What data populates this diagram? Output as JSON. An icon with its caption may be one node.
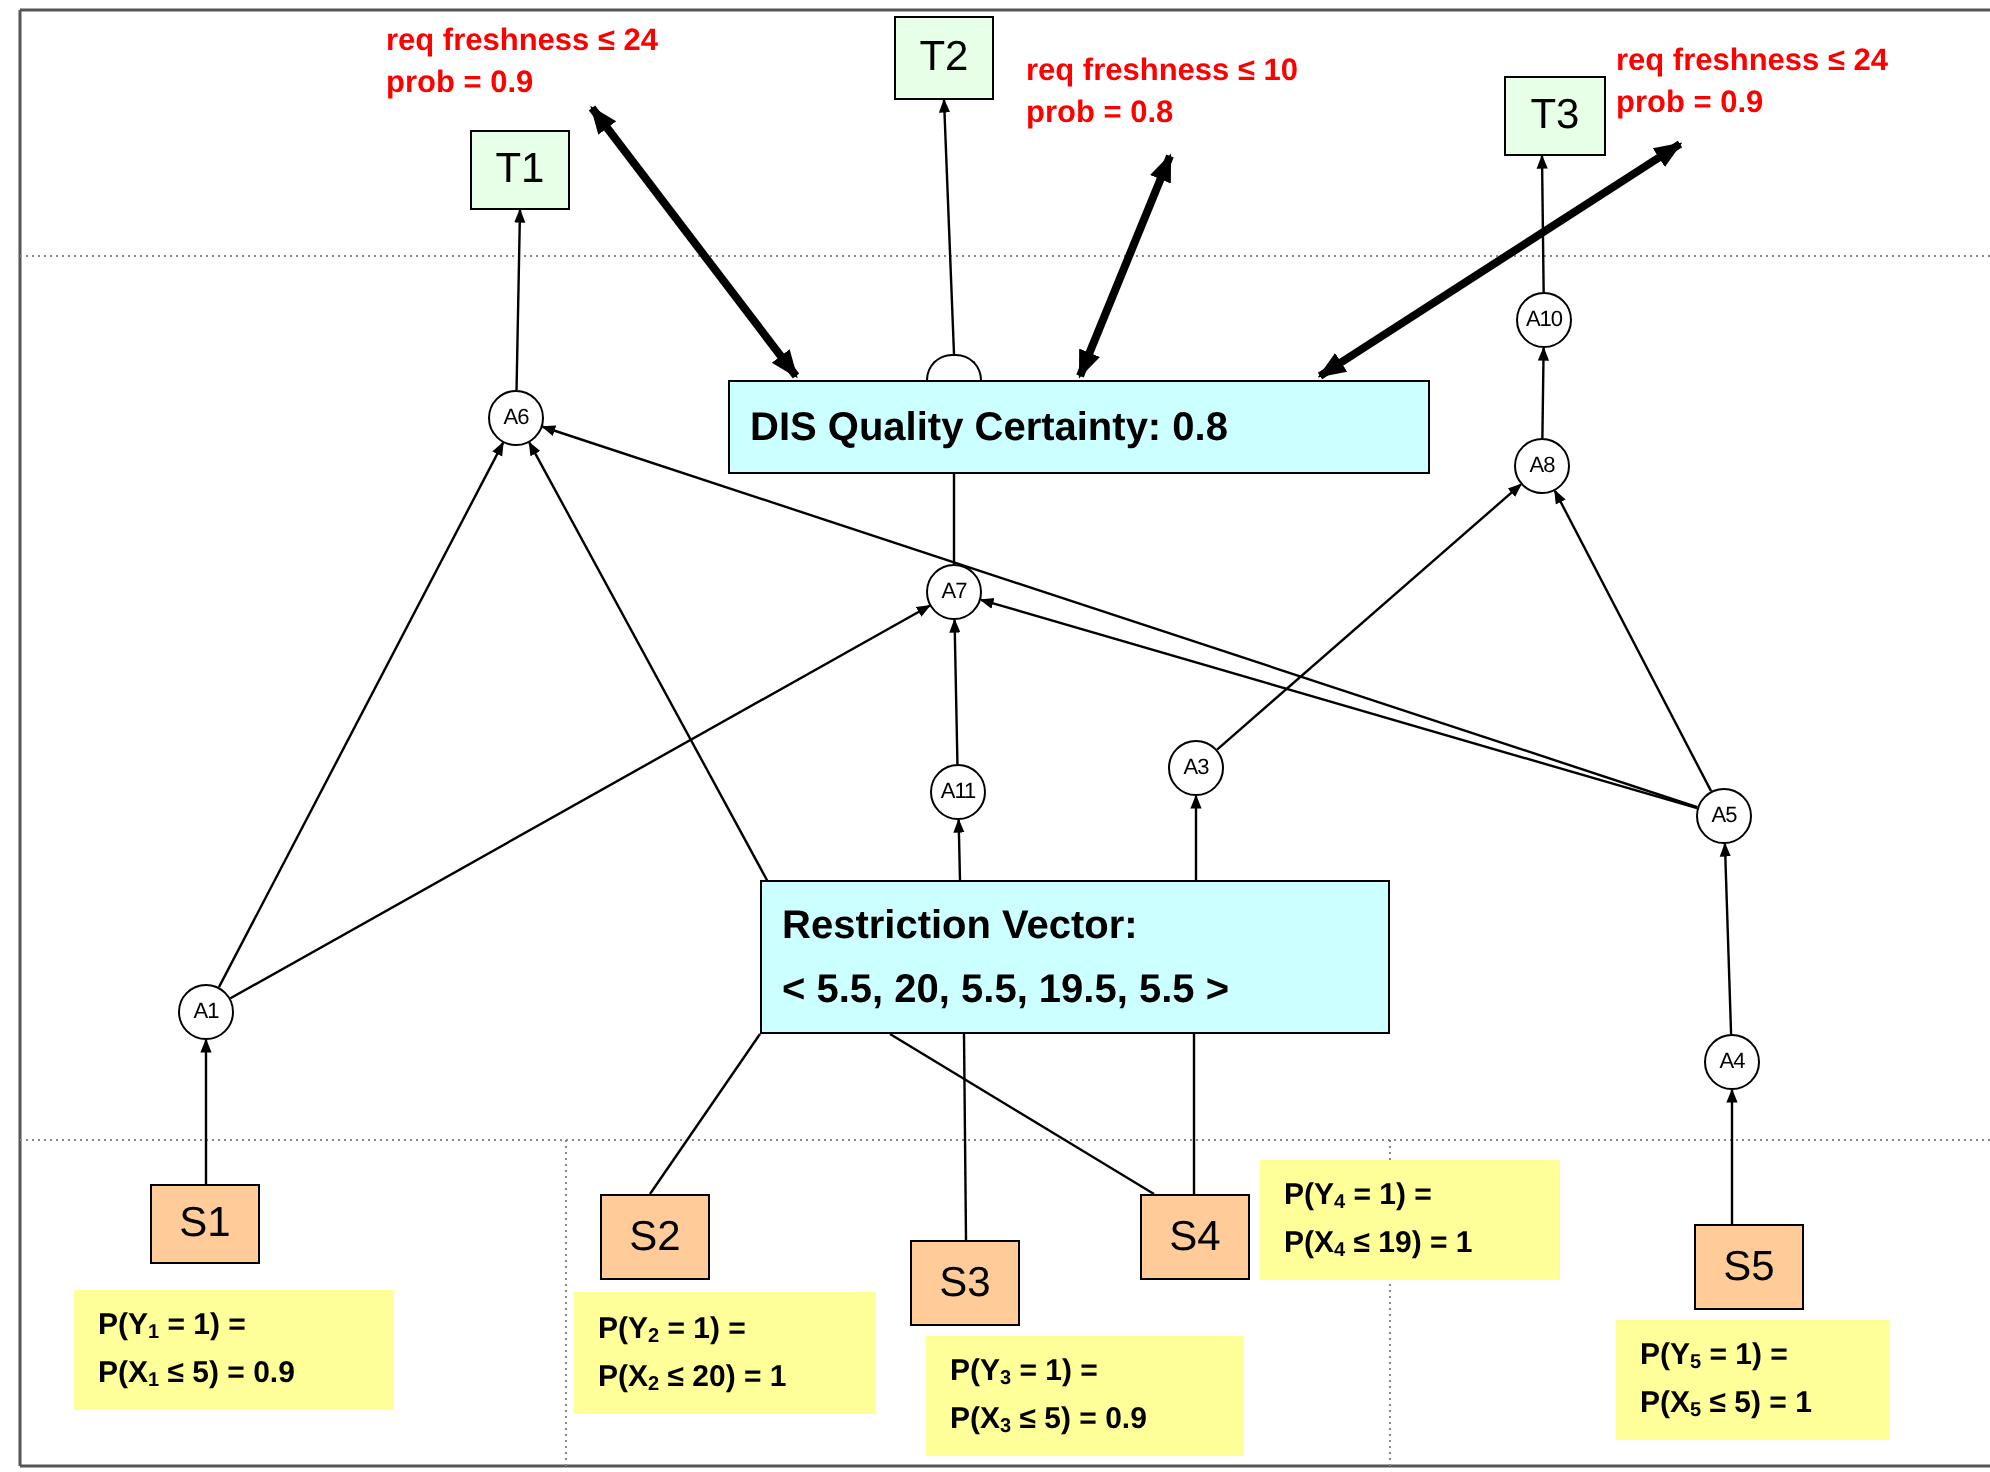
{
  "diagram": {
    "nodes": [
      {
        "text": [
          "T1"
        ]
      },
      {
        "text": [
          "T2"
        ]
      },
      {
        "text": [
          "T3"
        ]
      },
      {
        "text": [
          "req freshness ≤ 24 prob = 0.9"
        ]
      },
      {
        "text": [
          "req freshness ≤ 10 prob = 0.8"
        ]
      },
      {
        "text": [
          "req freshness ≤ 24 prob = 0.9"
        ]
      },
      {
        "text": [
          "A10"
        ]
      },
      {
        "text": [],
        "shape": "circle"
      },
      {
        "text": [
          "A6"
        ]
      },
      {
        "text": [
          "DIS Quality Certainty: 0.8"
        ]
      },
      {
        "text": [
          "A8"
        ]
      },
      {
        "text": [
          "A7"
        ]
      },
      {
        "text": [
          "A11"
        ]
      },
      {
        "text": [
          "A3"
        ]
      },
      {
        "text": [
          "A5"
        ]
      },
      {
        "text": [
          "Restriction Vector:",
          "< 5.5, 20, 5.5, 19.5, 5.5 >"
        ]
      },
      {
        "text": [
          "A1"
        ]
      },
      {
        "text": [
          "A4"
        ]
      },
      {
        "text": [
          "S1"
        ]
      },
      {
        "text": [
          "S2"
        ]
      },
      {
        "text": [
          "S3"
        ]
      },
      {
        "text": [
          "S4"
        ]
      },
      {
        "text": [
          "S5"
        ]
      },
      {
        "text": [
          "P(Y$_{1}$ = 1) = P(X$_{1}$ ≤ 5) = 0.9"
        ]
      },
      {
        "text": [
          "P(Y$_{2}$ = 1) = P(X$_{2}$ ≤ 20) = 1"
        ]
      },
      {
        "text": [
          "P(Y$_{3}$ = 1) = P(X$_{3}$ ≤ 5) = 0.9"
        ]
      },
      {
        "text": [
          "P(Y$_{4}$ = 1) = P(X$_{4}$ ≤ 19) = 1"
        ]
      },
      {
        "text": [
          "P(Y$_{5}$ = 1) = P(X$_{5}$ ≤ 5) = 1"
        ]
      }
    ],
    "edges": [
      {
        "from": 18,
        "to": 16,
        "arrow": "to"
      },
      {
        "from": 16,
        "to": 8,
        "arrow": "to"
      },
      {
        "from": 16,
        "to": 11,
        "arrow": "to"
      },
      {
        "from": 8,
        "to": 0,
        "arrow": "to"
      },
      {
        "from": 15,
        "to": 8,
        "arrow": "to"
      },
      {
        "from": 15,
        "to": 12,
        "arrow": "to"
      },
      {
        "from": 15,
        "to": 13,
        "arrow": "to"
      },
      {
        "from": 12,
        "to": 11,
        "arrow": "to"
      },
      {
        "from": 11,
        "to": 9,
        "arrow": "none"
      },
      {
        "from": 7,
        "to": 1,
        "arrow": "to"
      },
      {
        "from": 13,
        "to": 10,
        "arrow": "to"
      },
      {
        "from": 14,
        "to": 10,
        "arrow": "to"
      },
      {
        "from": 14,
        "to": 8,
        "arrow": "to"
      },
      {
        "from": 14,
        "to": 11,
        "arrow": "to"
      },
      {
        "from": 10,
        "to": 6,
        "arrow": "to"
      },
      {
        "from": 6,
        "to": 2,
        "arrow": "to"
      },
      {
        "from": 17,
        "to": 14,
        "arrow": "to"
      },
      {
        "from": 22,
        "to": 17,
        "arrow": "to"
      },
      {
        "from": 15,
        "to": 19,
        "arrow": "none"
      },
      {
        "from": 15,
        "to": 20,
        "arrow": "none"
      },
      {
        "from": 15,
        "to": 21,
        "arrow": "none"
      },
      {
        "from": 15,
        "to": 21,
        "arrow": "none"
      },
      {
        "from": 3,
        "to": 9,
        "arrow": "both",
        "style": "thick"
      },
      {
        "from": 4,
        "to": 9,
        "arrow": "both",
        "style": "thick"
      },
      {
        "from": 5,
        "to": 9,
        "arrow": "both",
        "style": "thick"
      }
    ]
  }
}
